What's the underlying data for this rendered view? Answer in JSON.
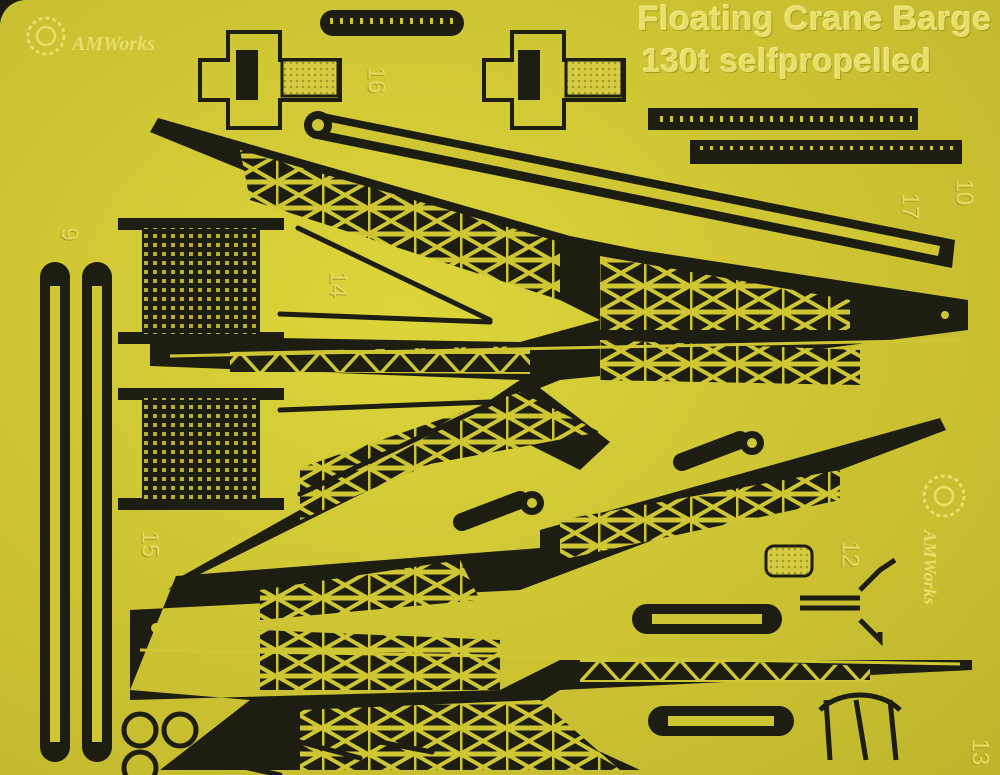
{
  "fret": {
    "title_line1": "Floating Crane Barge",
    "title_line2": "130t selfpropelled",
    "brand_logo_top": "AMWorks",
    "brand_logo_right": "AMWorks"
  },
  "part_numbers": [
    "16",
    "17",
    "10",
    "14",
    "9",
    "15",
    "3",
    "12",
    "13"
  ],
  "colors": {
    "brass": "#cfc634",
    "etched": "#1d1d12",
    "highlight": "#e6df6a"
  }
}
